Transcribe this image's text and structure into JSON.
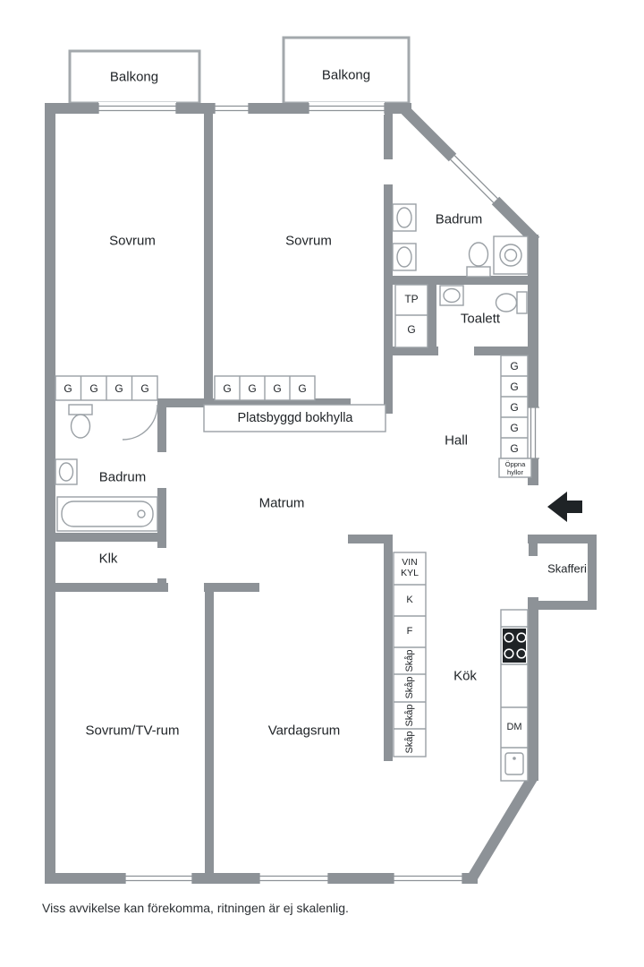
{
  "colors": {
    "wall": "#8d9297",
    "outline": "#9aa0a5",
    "text": "#212529"
  },
  "balconies": {
    "left": "Balkong",
    "right": "Balkong"
  },
  "rooms": {
    "sovrum_top_left": "Sovrum",
    "sovrum_top_middle": "Sovrum",
    "badrum_top": "Badrum",
    "toalett": "Toalett",
    "hall": "Hall",
    "badrum_left": "Badrum",
    "klk": "Klk",
    "matrum": "Matrum",
    "bokhylla": "Platsbyggd bokhylla",
    "skafferi": "Skafferi",
    "kok": "Kök",
    "sovrum_tv": "Sovrum/TV-rum",
    "vardagsrum": "Vardagsrum"
  },
  "closets": {
    "g": "G",
    "tp": "TP",
    "oppna_line1": "Öppna",
    "oppna_line2": "hyllor"
  },
  "kitchen": {
    "vin": "VIN",
    "kyl": "KYL",
    "k": "K",
    "f": "F",
    "skap": "Skåp",
    "dm": "DM"
  },
  "footer": {
    "disclaimer": "Viss avvikelse kan förekomma, ritningen är ej skalenlig."
  }
}
